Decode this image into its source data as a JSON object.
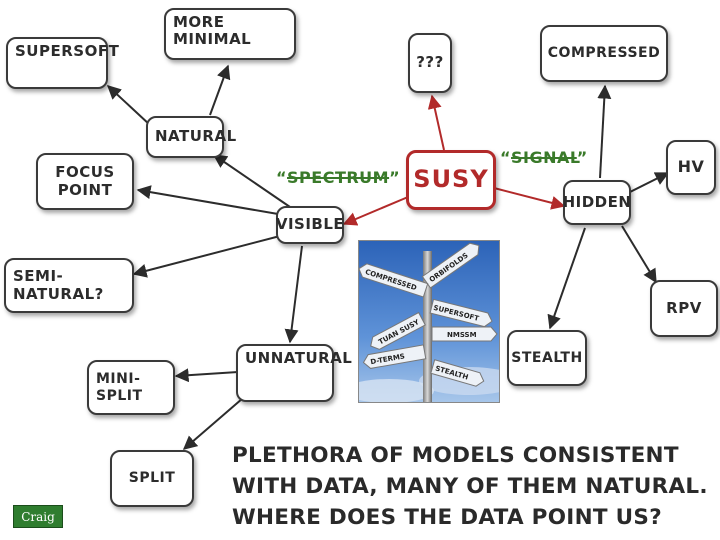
{
  "center": "SUSY",
  "nodes": {
    "more_minimal": "MORE MINIMAL",
    "supersoft": "SUPERSOFT",
    "natural": "NATURAL",
    "focus_point": "FOCUS POINT",
    "visible": "VISIBLE",
    "semi_natural": "SEMI-NATURAL?",
    "mini_split": "MINI-SPLIT",
    "unnatural": "UNNATURAL",
    "split": "SPLIT",
    "question": "???",
    "compressed": "COMPRESSED",
    "hidden": "HIDDEN",
    "hv": "HV",
    "rpv": "RPV",
    "stealth": "STEALTH"
  },
  "quotes": {
    "spectrum_open": "“",
    "spectrum_word": "SPECTRUM",
    "spectrum_close": "”",
    "signal_open": "“",
    "signal_word": "SIGNAL",
    "signal_close": "”"
  },
  "signpost": {
    "signs": [
      "ORBIFOLDS",
      "COMPRESSED",
      "SUPERSOFT",
      "TUAN SUSY",
      "NMSSM",
      "D-TERMS",
      "STEALTH"
    ]
  },
  "caption": {
    "line1": "PLETHORA OF MODELS CONSISTENT",
    "line2": "WITH DATA, MANY OF THEM NATURAL.",
    "line3": "WHERE DOES THE DATA POINT US?"
  },
  "author": "Craig",
  "colors": {
    "center": "#b22a2a",
    "quote": "#3a7a2a",
    "badge": "#2f7d2f"
  }
}
